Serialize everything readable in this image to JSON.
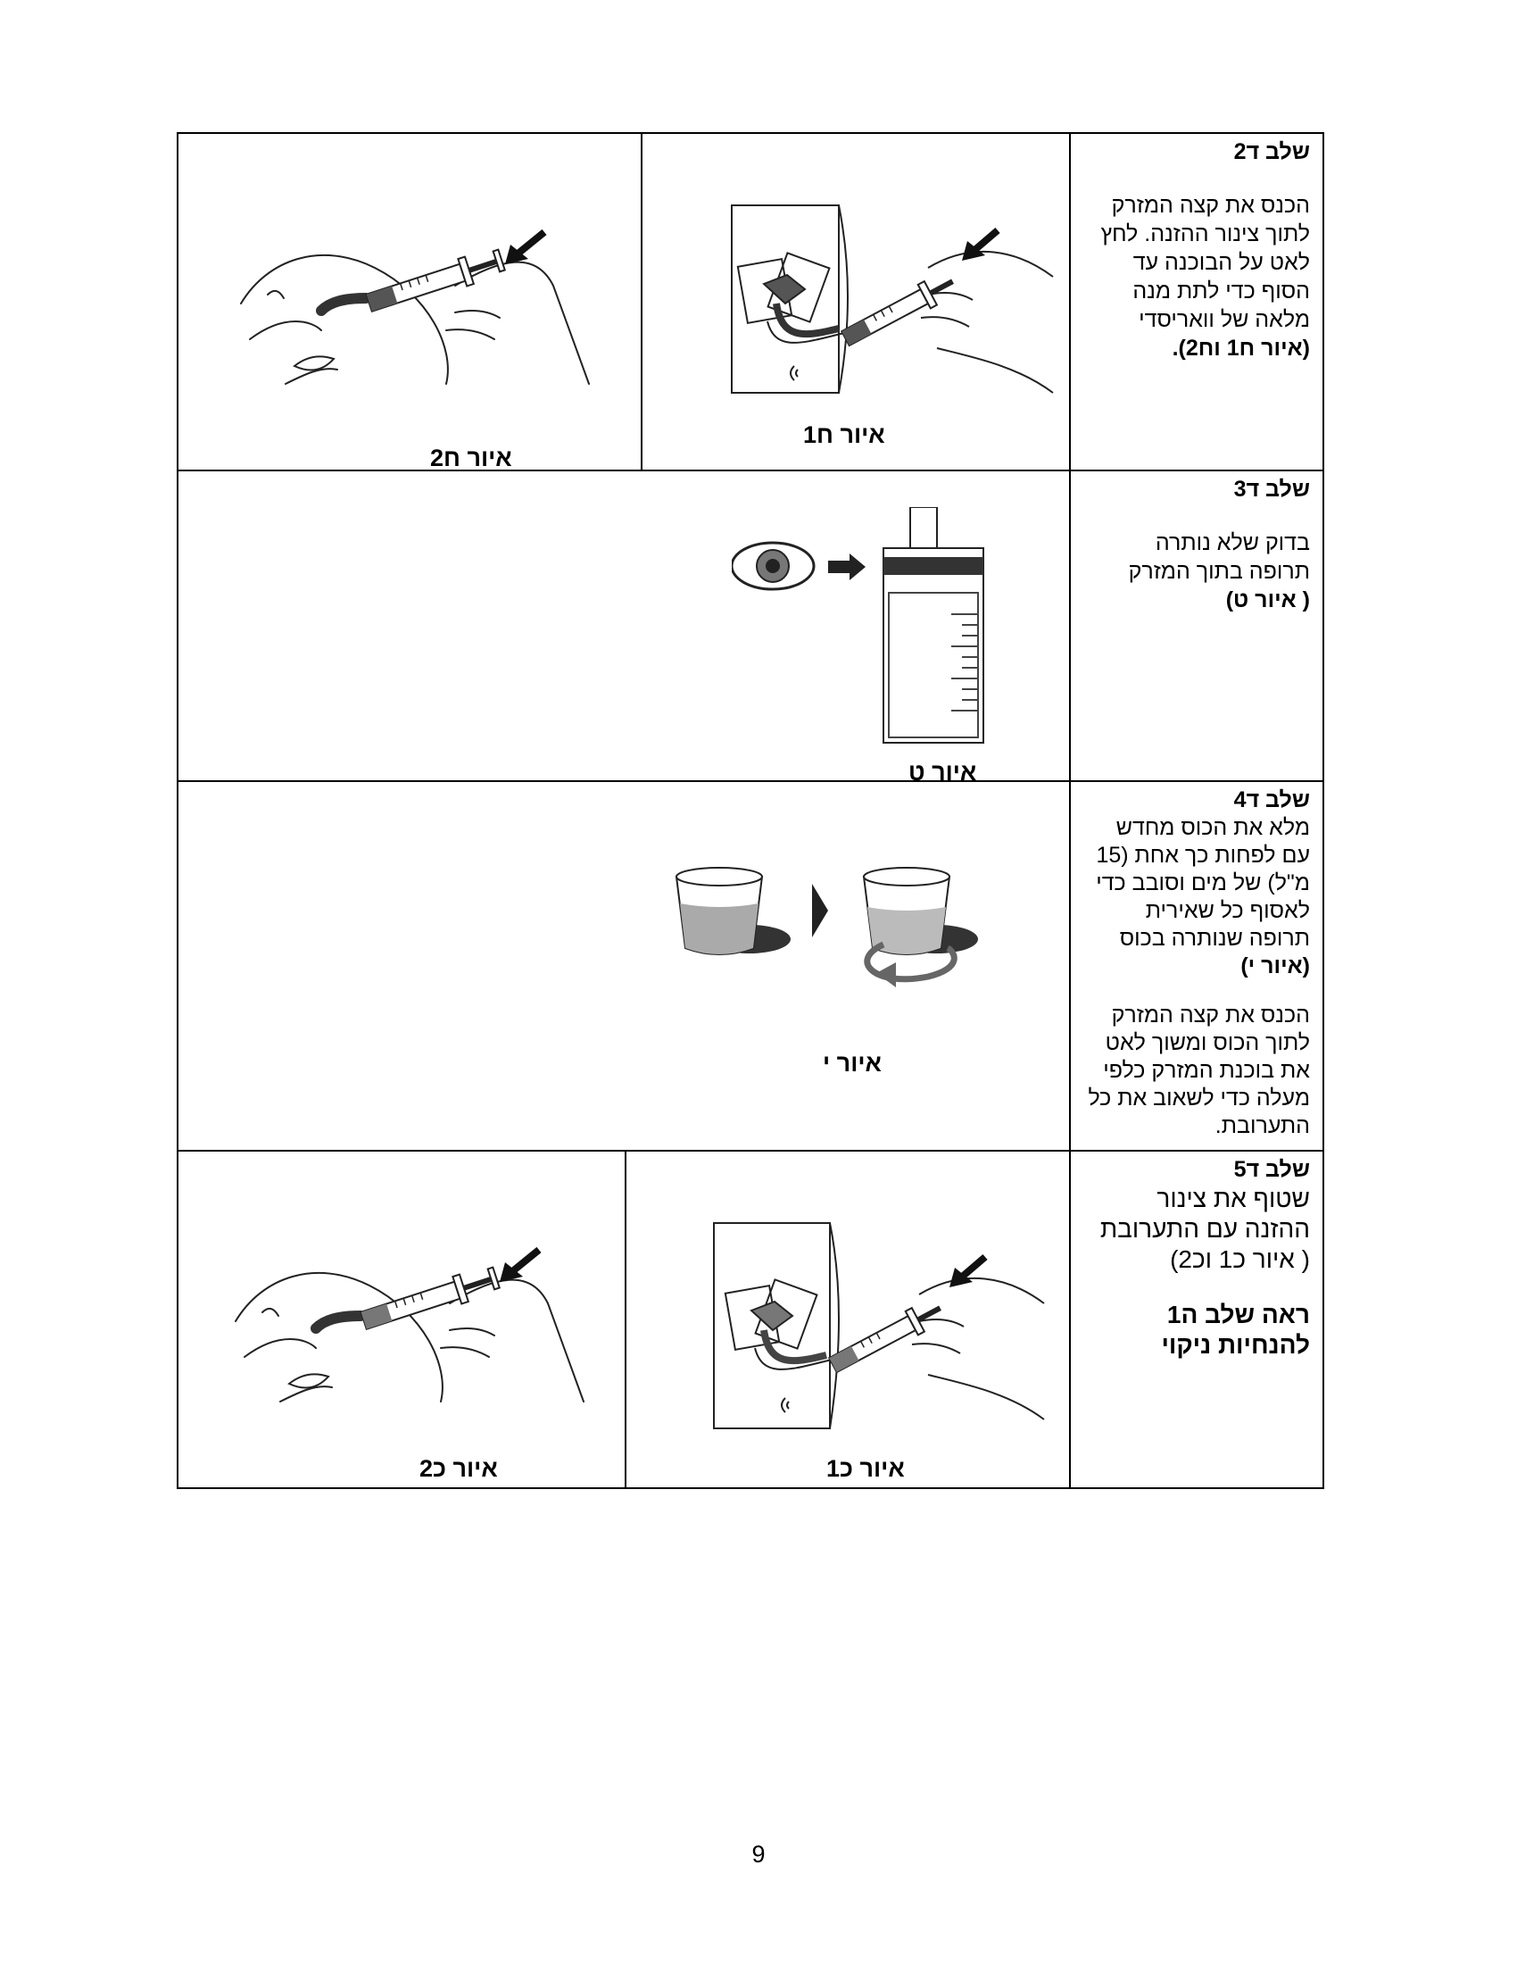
{
  "rows": [
    {
      "heading": "שלב ד2",
      "lines": [
        "הכנס את קצה המזרק",
        "לתוך צינור ההזנה. לחץ",
        "לאט על הבוכנה עד",
        "הסוף כדי לתת מנה",
        "מלאה של וואריסדי"
      ],
      "ref": "(איור ח1 וח2).",
      "captions": [
        "איור ח1",
        "איור ח2"
      ]
    },
    {
      "heading": "שלב ד3",
      "lines": [
        "בדוק שלא נותרה",
        "תרופה בתוך המזרק"
      ],
      "ref": "( איור ט)",
      "captions": [
        "איור ט"
      ]
    },
    {
      "heading": "שלב ד4",
      "lines": [
        "מלא את הכוס מחדש",
        "עם לפחות כך אחת (15",
        "מ\"ל) של מים וסובב כדי",
        "לאסוף כל שאירית",
        "תרופה שנותרה בכוס"
      ],
      "ref": "(איור י)",
      "lines2": [
        "הכנס את קצה המזרק",
        "לתוך הכוס ומשוך לאט",
        "את בוכנת המזרק כלפי",
        "מעלה כדי לשאוב את כל",
        "התערובת."
      ],
      "captions": [
        "איור י"
      ]
    },
    {
      "heading": "שלב ד5",
      "lines": [
        "שטוף את צינור",
        "ההזנה עם התערובת",
        "( איור כ1 וכ2)"
      ],
      "see": [
        "ראה שלב ה1",
        "להנחיות ניקוי"
      ],
      "captions": [
        "איור כ1",
        "איור כ2"
      ]
    }
  ],
  "page_number": "9"
}
